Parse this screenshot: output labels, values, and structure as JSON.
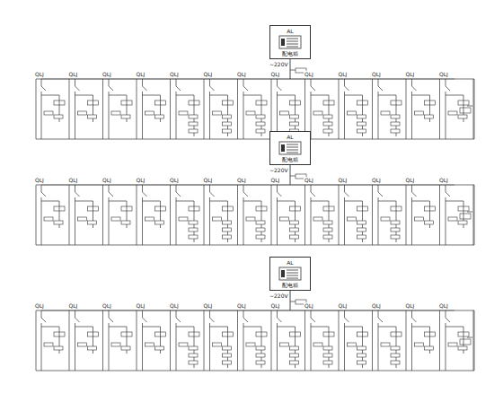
{
  "diagram": {
    "nodes": [
      {
        "text": [
          "AL",
          "配电箱"
        ]
      },
      {
        "text": [
          "AL",
          "配电箱"
        ]
      },
      {
        "text": [
          "AL",
          "配电箱"
        ]
      }
    ],
    "labels": [
      "~220V",
      "QLJ",
      "QLJ",
      "QLJ",
      "QLJ",
      "QLJ",
      "QLJ",
      "QLJ",
      "QLJ",
      "QLJ",
      "QLJ",
      "QLJ",
      "QLJ",
      "QLJ",
      "~220V",
      "QLJ",
      "QLJ",
      "QLJ",
      "QLJ",
      "QLJ",
      "QLJ",
      "QLJ",
      "QLJ",
      "QLJ",
      "QLJ",
      "QLJ",
      "QLJ",
      "QLJ",
      "~220V",
      "QLJ",
      "QLJ",
      "QLJ",
      "QLJ",
      "QLJ",
      "QLJ",
      "QLJ",
      "QLJ",
      "QLJ",
      "QLJ",
      "QLJ",
      "QLJ",
      "QLJ"
    ]
  }
}
